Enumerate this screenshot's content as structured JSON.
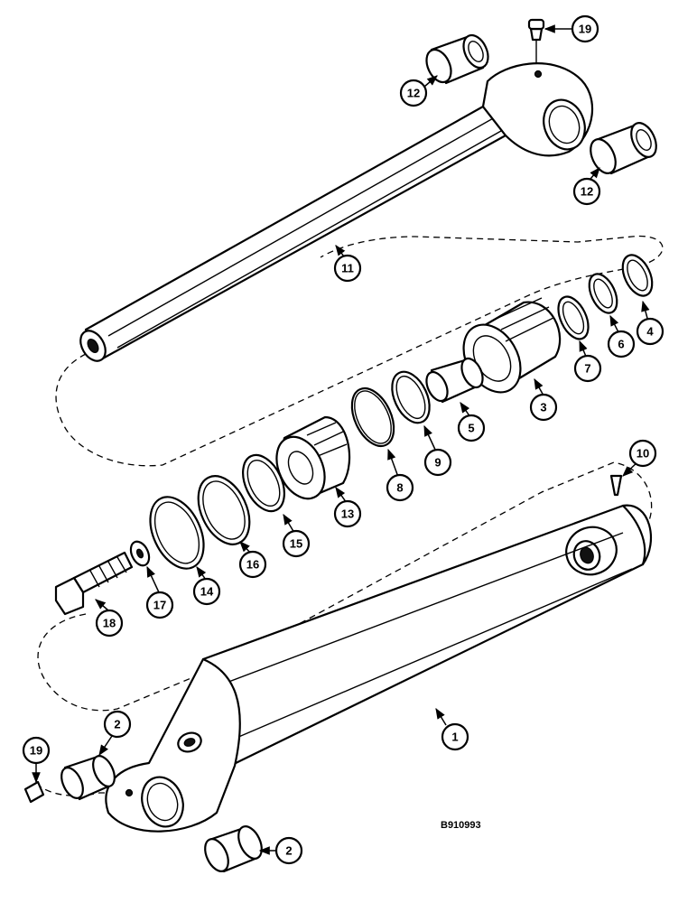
{
  "drawing_code": "B910993",
  "callouts": [
    "1",
    "2",
    "2",
    "3",
    "4",
    "5",
    "6",
    "7",
    "8",
    "9",
    "10",
    "11",
    "12",
    "12",
    "13",
    "14",
    "15",
    "16",
    "17",
    "18",
    "19",
    "19"
  ]
}
